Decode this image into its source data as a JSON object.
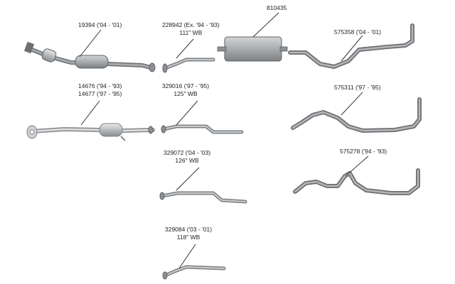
{
  "parts": [
    {
      "id": "p19394",
      "lines": [
        "19394 ('04 - '01)"
      ]
    },
    {
      "id": "p228942",
      "lines": [
        "228942 (Ex. '94 - '93)",
        "111\" WB"
      ]
    },
    {
      "id": "p810435",
      "lines": [
        "810435"
      ]
    },
    {
      "id": "p575358",
      "lines": [
        "575358 ('04 - '01)"
      ]
    },
    {
      "id": "p14676",
      "lines": [
        "14676 ('94 - '93)",
        "14677 ('97 - '95)"
      ]
    },
    {
      "id": "p329016",
      "lines": [
        "329016 ('97 - '95)",
        "125\" WB"
      ]
    },
    {
      "id": "p575311",
      "lines": [
        "575311 ('97 - '95)"
      ]
    },
    {
      "id": "p329072",
      "lines": [
        "329072 ('04 - '03)",
        "126\" WB"
      ]
    },
    {
      "id": "p575278",
      "lines": [
        "575278 ('94 - '93)"
      ]
    },
    {
      "id": "p329084",
      "lines": [
        "329084 ('03 - '01)",
        "118\" WB"
      ]
    }
  ],
  "colors": {
    "pipe": "#8d8f92",
    "pipe_dark": "#5e6164",
    "pipe_light": "#c9cbcd",
    "label": "#222222"
  }
}
